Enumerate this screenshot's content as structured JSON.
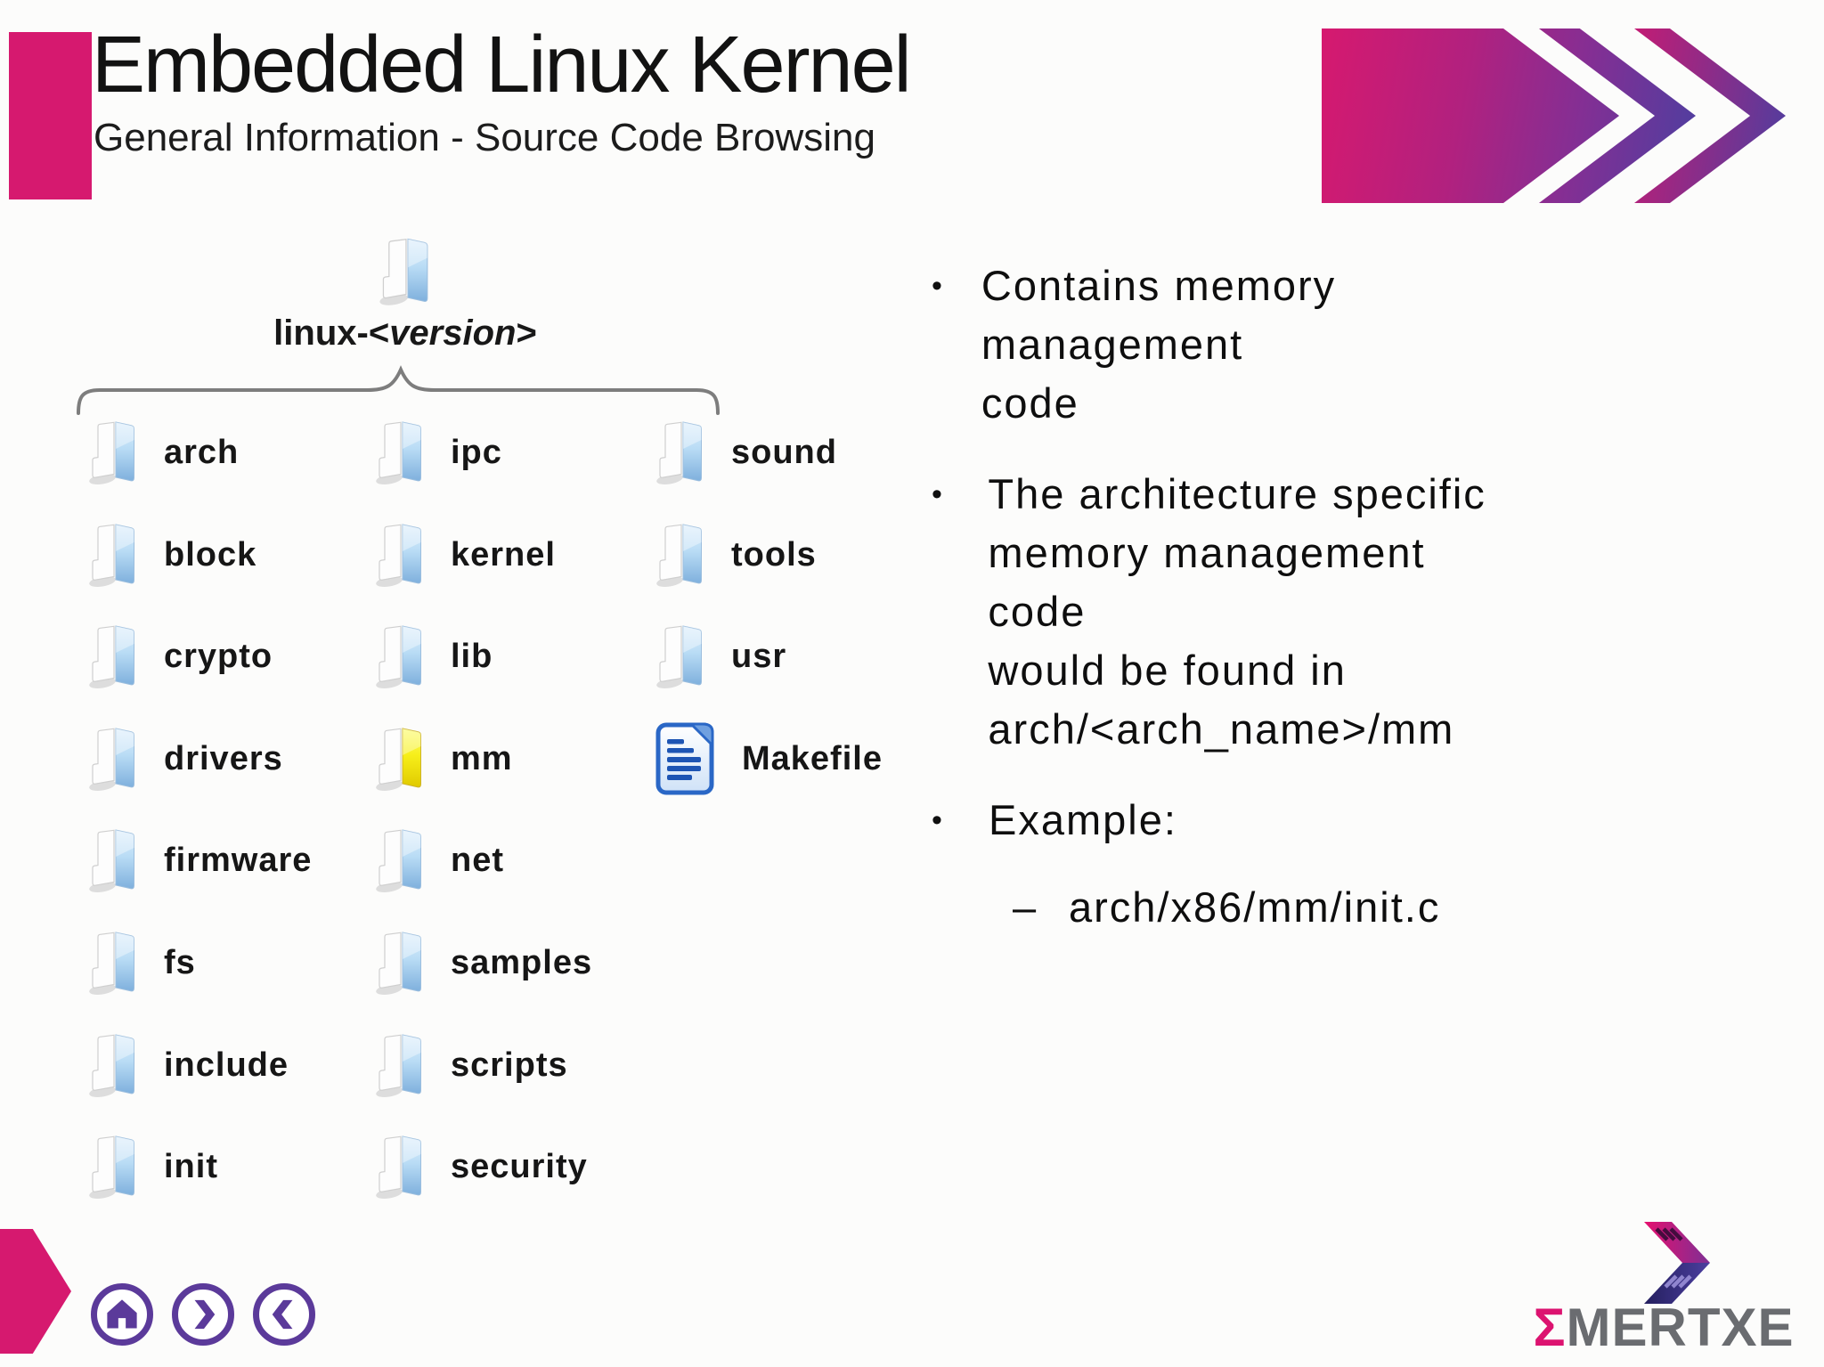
{
  "header": {
    "title": "Embedded Linux Kernel",
    "subtitle": "General Information - Source Code Browsing"
  },
  "tree": {
    "root": {
      "prefix": "linux-<",
      "version": "version",
      "suffix": ">"
    },
    "columns": [
      {
        "items": [
          {
            "label": "arch",
            "kind": "folder"
          },
          {
            "label": "block",
            "kind": "folder"
          },
          {
            "label": "crypto",
            "kind": "folder"
          },
          {
            "label": "drivers",
            "kind": "folder"
          },
          {
            "label": "firmware",
            "kind": "folder"
          },
          {
            "label": "fs",
            "kind": "folder"
          },
          {
            "label": "include",
            "kind": "folder"
          },
          {
            "label": "init",
            "kind": "folder"
          }
        ]
      },
      {
        "items": [
          {
            "label": "ipc",
            "kind": "folder"
          },
          {
            "label": "kernel",
            "kind": "folder"
          },
          {
            "label": "lib",
            "kind": "folder"
          },
          {
            "label": "mm",
            "kind": "folder-highlight"
          },
          {
            "label": "net",
            "kind": "folder"
          },
          {
            "label": "samples",
            "kind": "folder"
          },
          {
            "label": "scripts",
            "kind": "folder"
          },
          {
            "label": "security",
            "kind": "folder"
          }
        ]
      },
      {
        "items": [
          {
            "label": "sound",
            "kind": "folder"
          },
          {
            "label": "tools",
            "kind": "folder"
          },
          {
            "label": "usr",
            "kind": "folder"
          },
          {
            "label": "Makefile",
            "kind": "file"
          }
        ]
      }
    ]
  },
  "bullets": [
    {
      "lines": [
        "Contains memory management",
        "code"
      ]
    },
    {
      "lines": [
        "The architecture specific",
        "memory management code",
        "would be found in",
        "arch/<arch_name>/mm"
      ]
    },
    {
      "lines": [
        "Example:"
      ],
      "sub": [
        {
          "dash": "–",
          "text": "arch/x86/mm/init.c"
        }
      ]
    }
  ],
  "footer": {
    "nav_icons": [
      "home-icon",
      "next-icon",
      "previous-icon"
    ],
    "logo": {
      "sigma": "Σ",
      "name": "MERTXE"
    }
  },
  "colors": {
    "accent_pink": "#D6196F",
    "nav_purple": "#5B3A9A",
    "folder_blue": "#7FB0DD",
    "folder_highlight_yellow": "#F0E400",
    "logo_gray": "#6A6C70",
    "header_gradient_start": "#D6196F",
    "header_gradient_end": "#4C3FA0"
  }
}
